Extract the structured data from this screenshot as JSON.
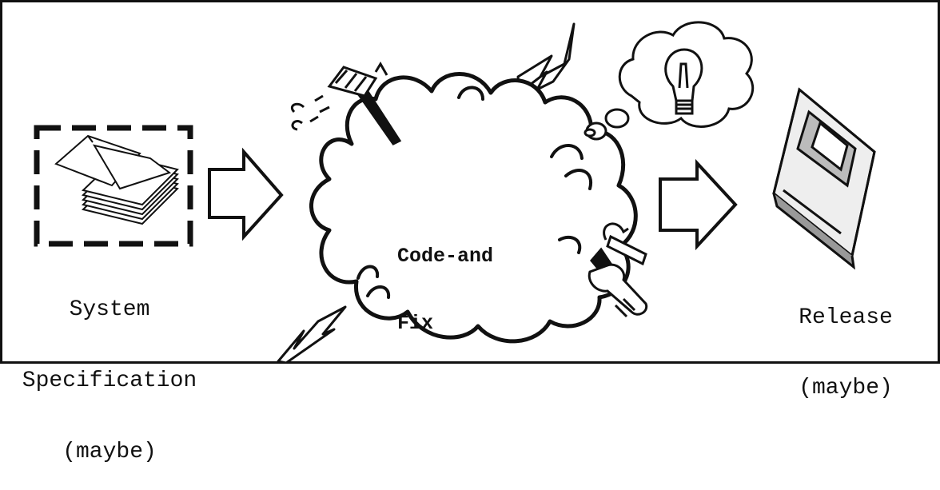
{
  "diagram": {
    "spec_label_lines": [
      "System",
      "Specification",
      "(maybe)"
    ],
    "center_label_lines": [
      "Code-and",
      "Fix"
    ],
    "release_label_lines": [
      "Release",
      "(maybe)"
    ]
  },
  "icons": [
    "document-stack-icon",
    "right-arrow-icon",
    "cloud-icon",
    "lightning-icon",
    "hammer-icon",
    "lightbulb-icon",
    "wrench-hand-icon",
    "floppy-disk-icon"
  ],
  "colors": {
    "ink": "#111111",
    "background": "#ffffff"
  }
}
